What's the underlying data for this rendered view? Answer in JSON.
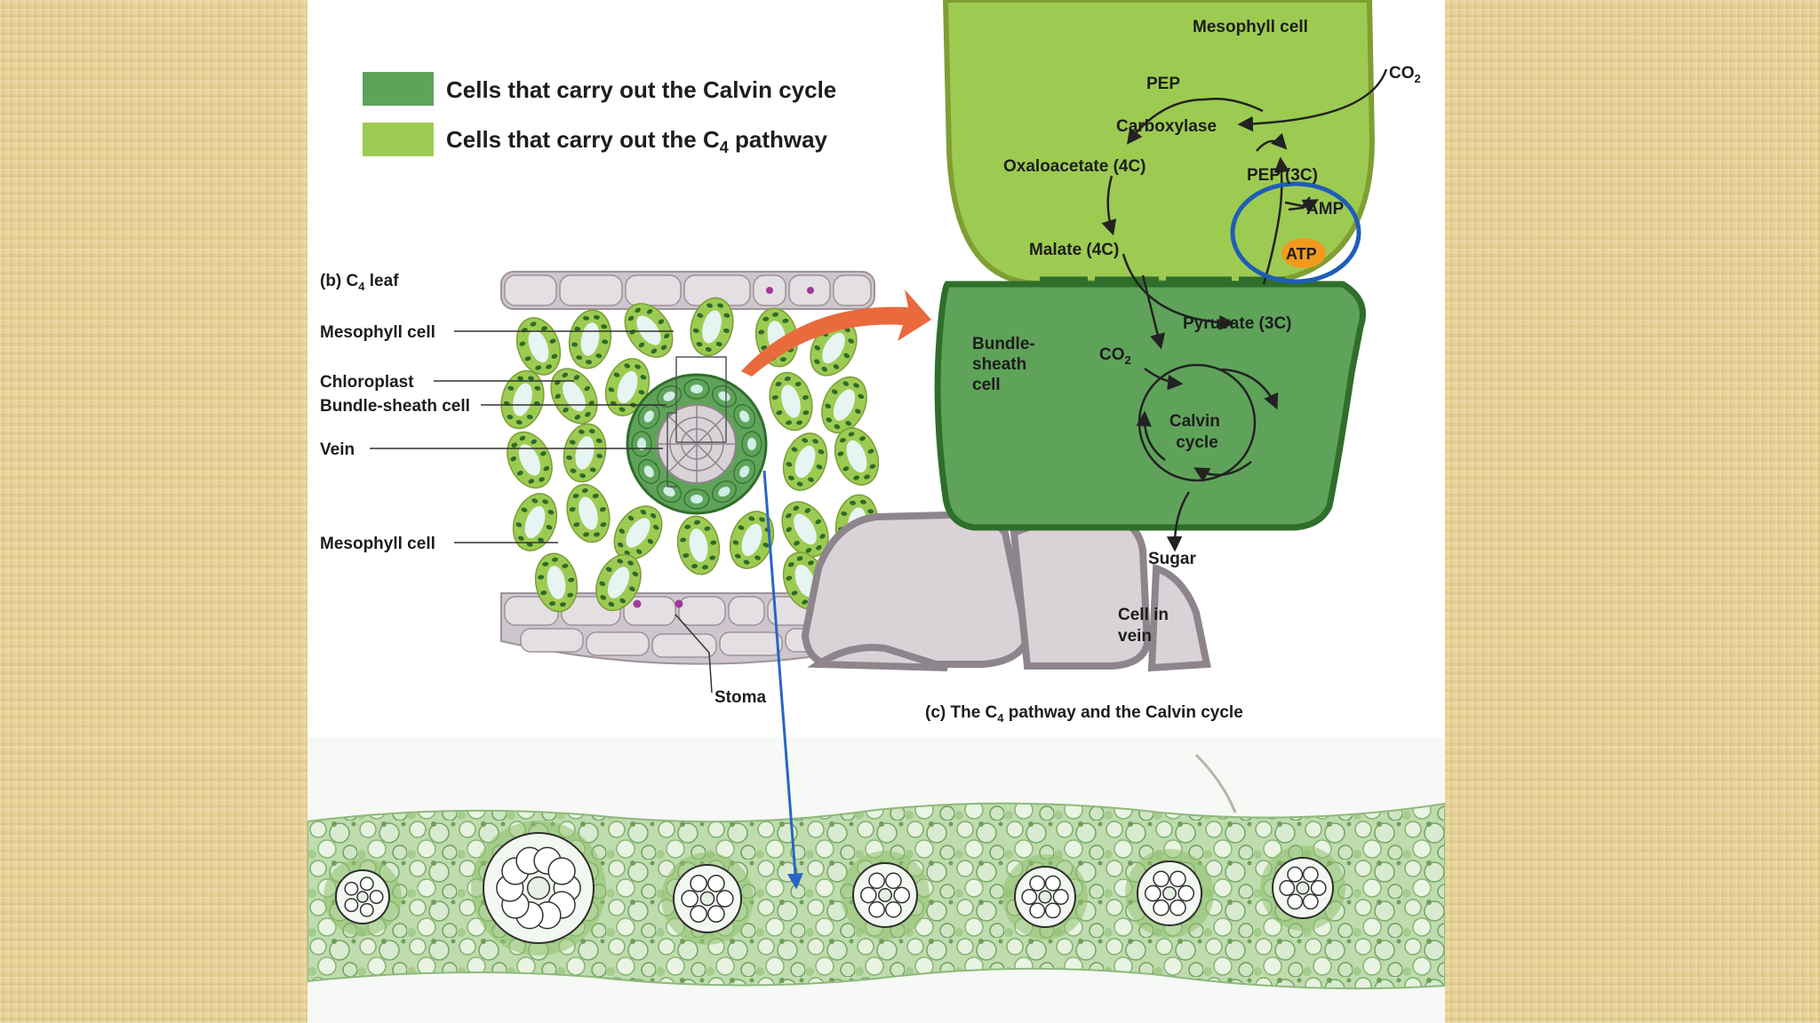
{
  "legend": {
    "items": [
      {
        "label": "Cells that carry out the Calvin cycle",
        "color": "#5fa35a"
      },
      {
        "label": "Cells that carry out the C",
        "sub": "4",
        "tail": " pathway",
        "color": "#9dcb52"
      }
    ]
  },
  "leaf": {
    "title_main": "(b) C",
    "title_sub": "4",
    "title_tail": " leaf",
    "labels": {
      "mesophyll_top": "Mesophyll cell",
      "chloroplast": "Chloroplast",
      "bundle_sheath": "Bundle-sheath cell",
      "vein": "Vein",
      "mesophyll_bottom": "Mesophyll cell",
      "stoma": "Stoma"
    }
  },
  "pathway": {
    "caption_main": "(c) The C",
    "caption_sub": "4",
    "caption_tail": " pathway and the Calvin cycle",
    "mesophyll_cell": "Mesophyll cell",
    "co2_main": "CO",
    "co2_sub": "2",
    "pep": "PEP",
    "carboxylase": "Carboxylase",
    "oxaloacetate": "Oxaloacetate (4C)",
    "pep3c": "PEP (3C)",
    "amp": "AMP",
    "atp": "ATP",
    "malate": "Malate (4C)",
    "pyruvate": "Pyruvate (3C)",
    "bundle_sheath_lines": [
      "Bundle-",
      "sheath",
      "cell"
    ],
    "calvin_lines": [
      "Calvin",
      "cycle"
    ],
    "sugar": "Sugar",
    "cell_in_vein_lines": [
      "Cell in",
      "vein"
    ]
  },
  "colors": {
    "calvin_green": "#5fa35a",
    "c4_green": "#9dcb52",
    "highlight_ring": "#1f5db8",
    "atp_orange": "#f29a1e",
    "transfer_arrow": "#e96a3d",
    "pointer_arrow": "#2a65c4",
    "vein_cell_gray": "#d9d3d8"
  }
}
